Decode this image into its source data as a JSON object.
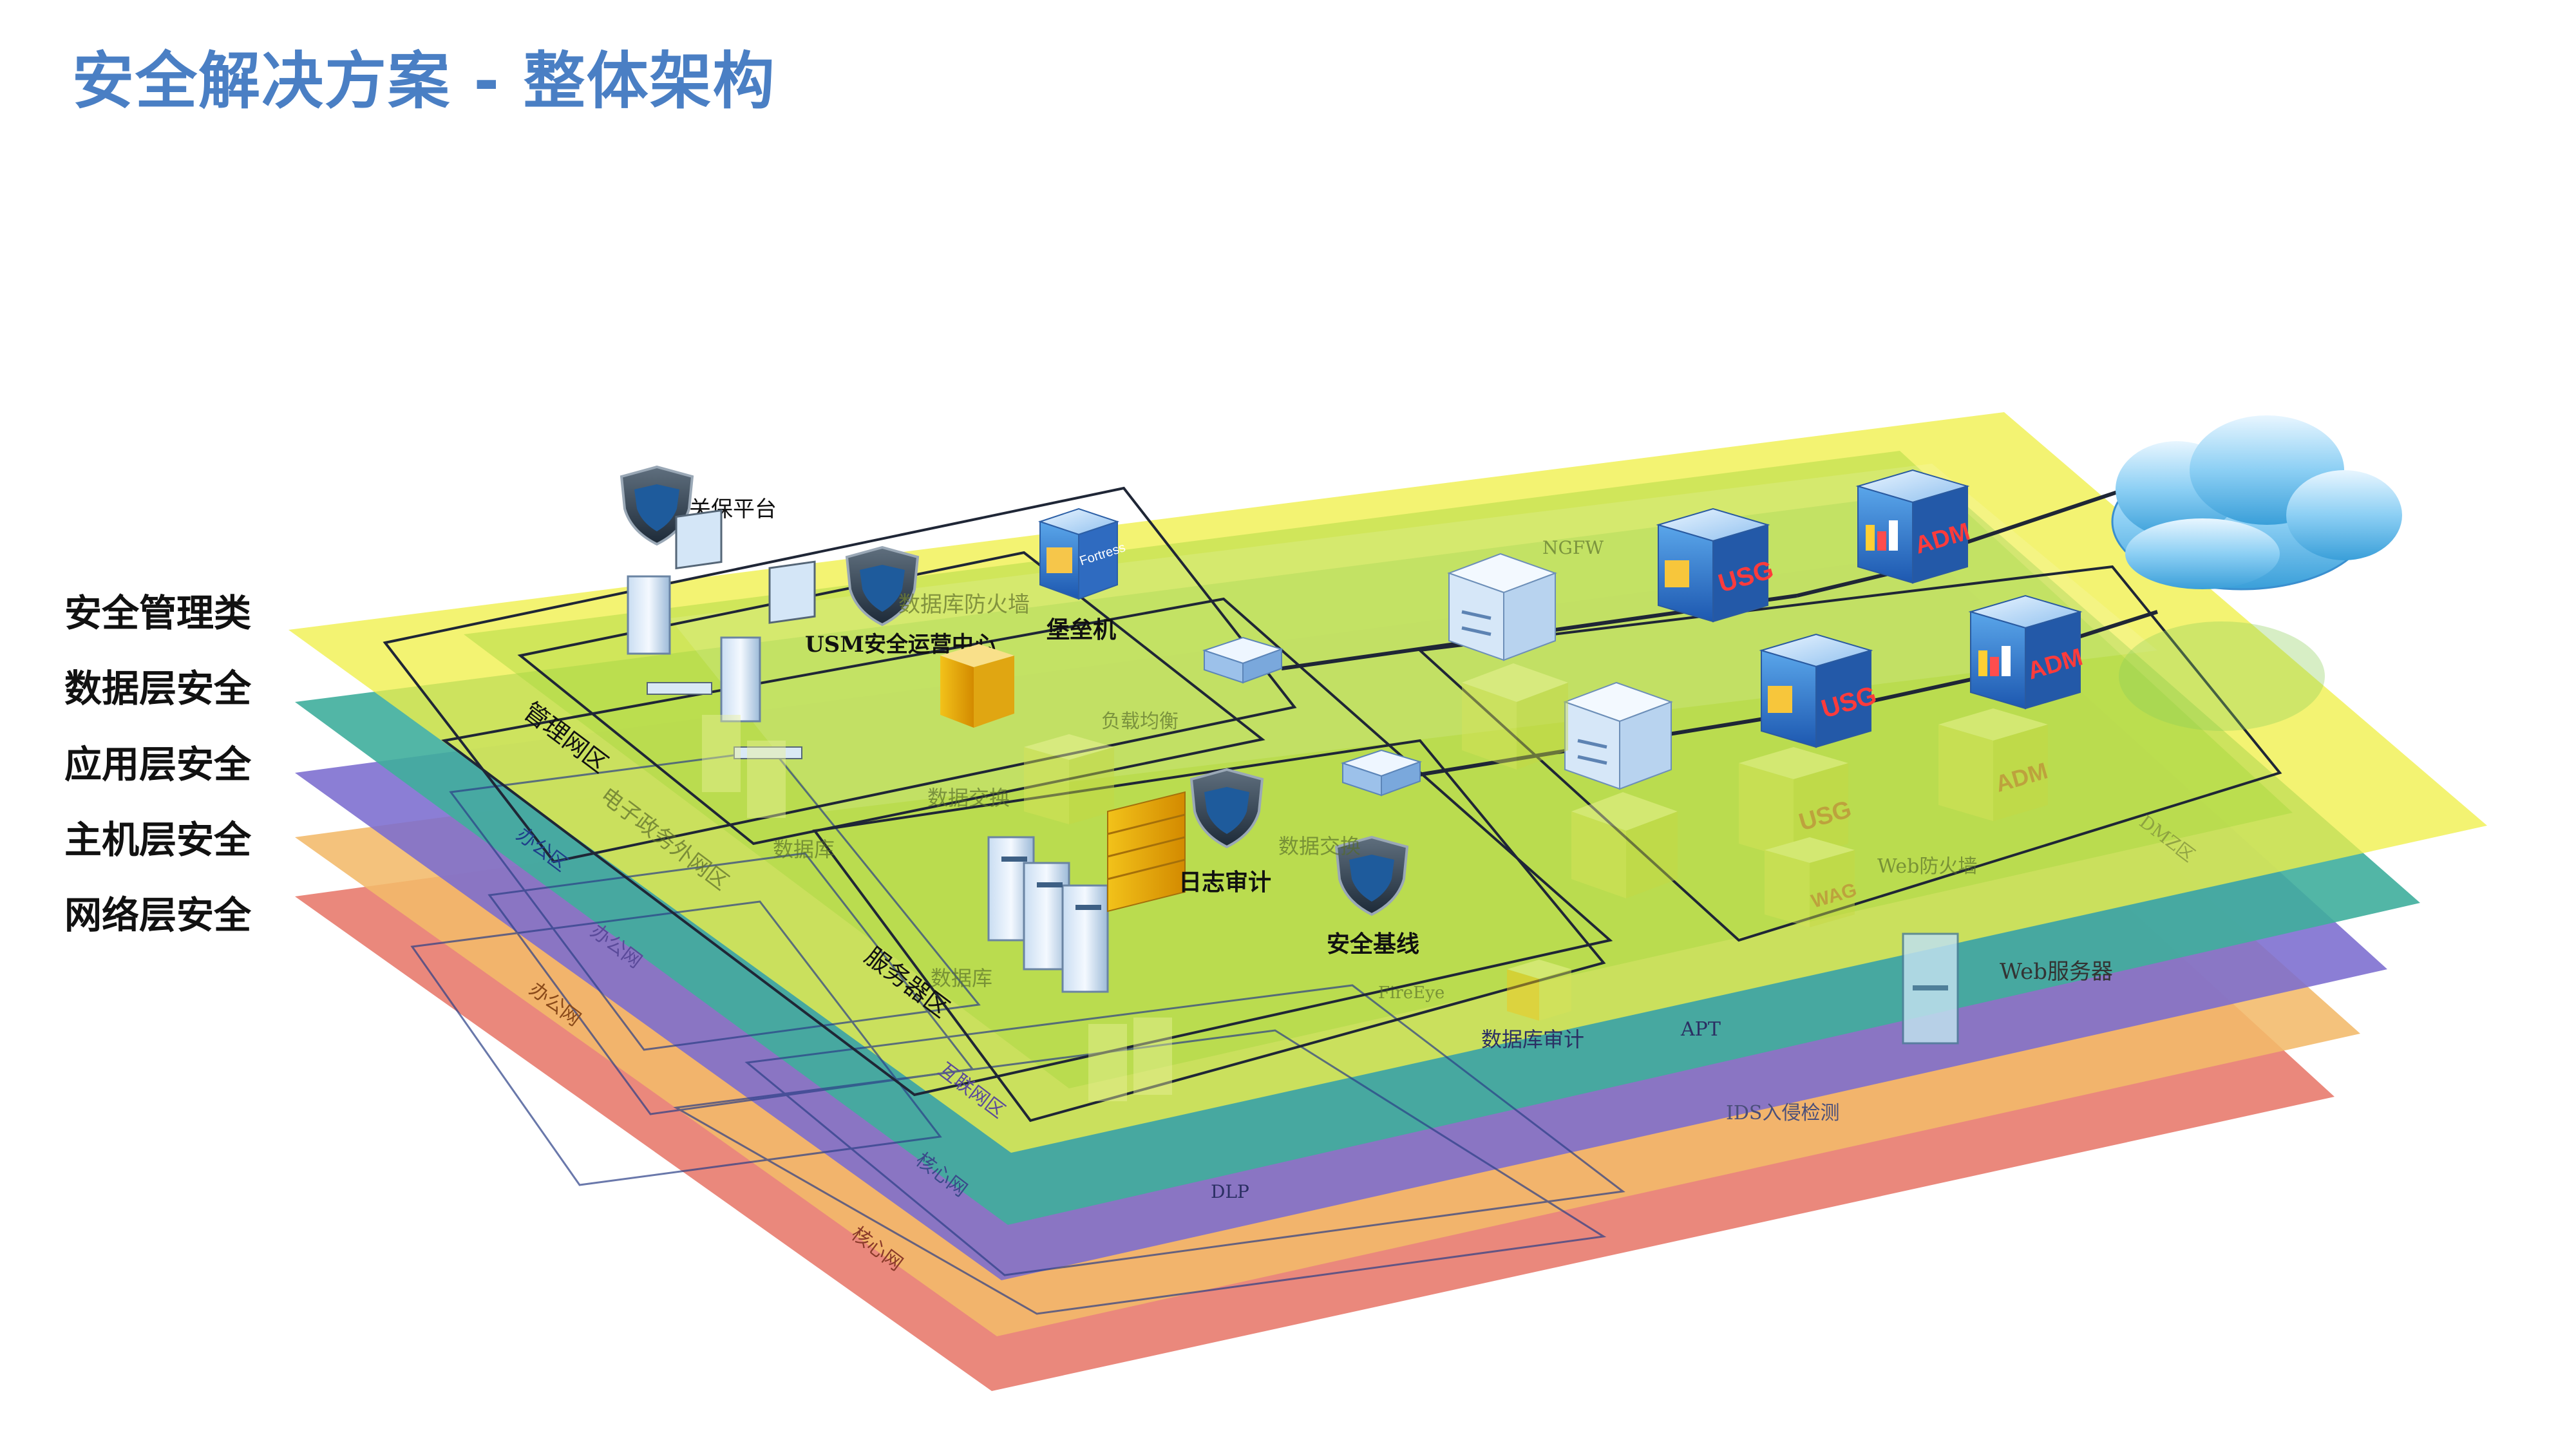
{
  "title": "安全解决方案 - 整体架构",
  "layers": [
    {
      "label": "安全管理类",
      "color": "#f0f04a"
    },
    {
      "label": "数据层安全",
      "color": "#3fae9c"
    },
    {
      "label": "应用层安全",
      "color": "#7b6ccf"
    },
    {
      "label": "主机层安全",
      "color": "#f2b96a"
    },
    {
      "label": "网络层安全",
      "color": "#e7786a"
    }
  ],
  "zones": {
    "management": "管理网区",
    "ezone": "电子政务外网区",
    "server": "服务器区",
    "office1": "办公区",
    "office2": "办公网",
    "office3": "办公网",
    "internet": "互联网区",
    "core1": "核心网",
    "core2": "核心网",
    "dmz": "DMZ区"
  },
  "components": {
    "compliance": "关保平台",
    "usm": "USM安全运营中心",
    "bastion": "堡垒机",
    "bastion_badge": "Fortress",
    "db_firewall": "数据库防火墙",
    "log_audit": "日志审计",
    "baseline": "安全基线",
    "database1": "数据库",
    "database2": "数据库",
    "data_exchange1": "数据交换",
    "data_exchange2": "数据交换",
    "db_audit": "数据库审计",
    "waf": "Web防火墙",
    "web_server": "Web服务器",
    "apt": "APT",
    "ids": "IDS入侵检测",
    "dlp": "DLP",
    "ngfw": "NGFW",
    "load_balance": "负载均衡",
    "usg": "USG",
    "adm": "ADM",
    "wag": "WAG",
    "fireeye": "FireEye"
  }
}
